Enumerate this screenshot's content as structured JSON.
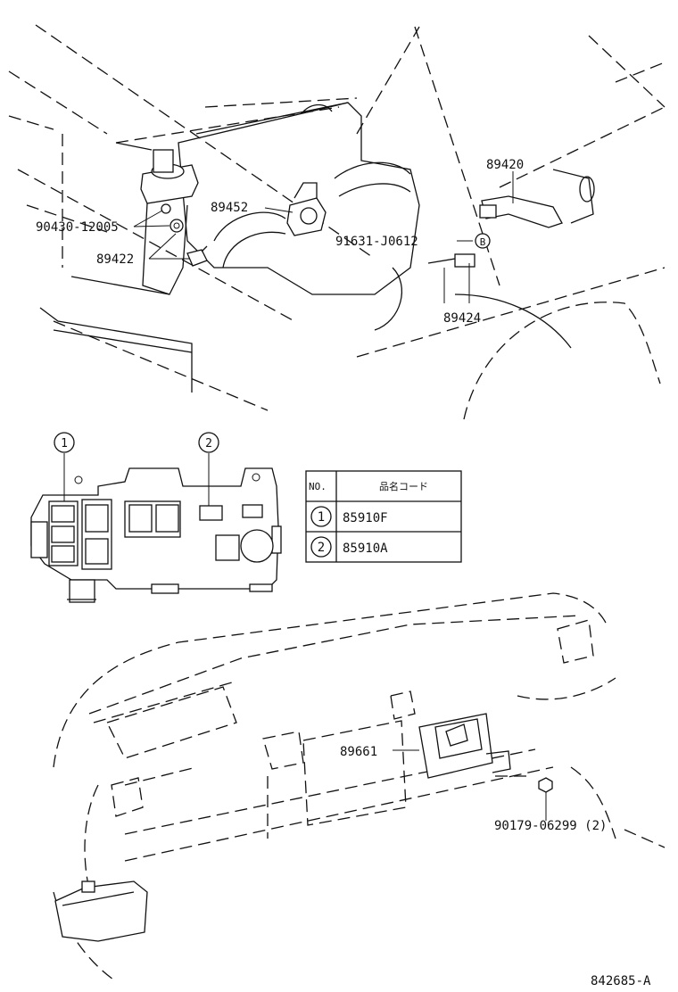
{
  "diagram": {
    "callouts": [
      {
        "id": "89420",
        "text": "89420"
      },
      {
        "id": "89452",
        "text": "89452"
      },
      {
        "id": "90430-12005",
        "text": "90430-12005"
      },
      {
        "id": "89422",
        "text": "89422"
      },
      {
        "id": "91631-J0612",
        "text": "91631-J0612"
      },
      {
        "id": "89424",
        "text": "89424"
      },
      {
        "id": "89661",
        "text": "89661"
      },
      {
        "id": "90179-06299",
        "text": "90179-06299 (2)"
      }
    ],
    "marker_b": "B",
    "drawing_number": "842685-A",
    "connector_markers": [
      "1",
      "2"
    ],
    "table": {
      "header_no": "NO.",
      "header_code": "品名コード",
      "rows": [
        {
          "no": "1",
          "code": "85910F"
        },
        {
          "no": "2",
          "code": "85910A"
        }
      ]
    }
  }
}
